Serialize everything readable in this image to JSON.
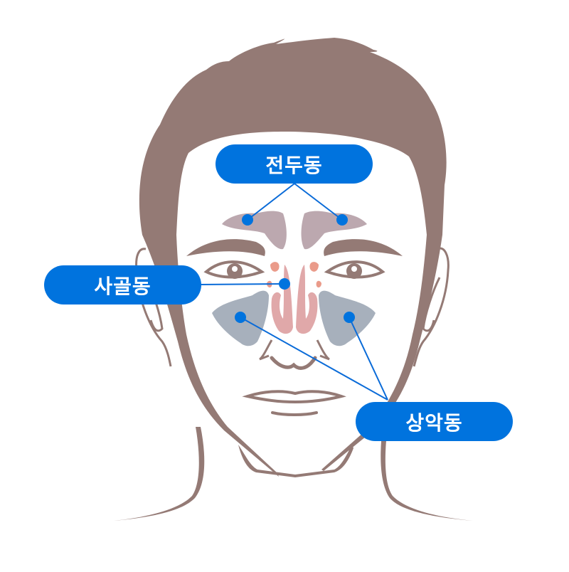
{
  "diagram": {
    "type": "anatomical-illustration",
    "subject": "paranasal-sinuses-front-view",
    "colors": {
      "skin_outline": "#947a75",
      "frontal_sinus": "#bca8af",
      "ethmoid_sinus": "#e0a8a9",
      "ethmoid_highlight": "#ea9b8a",
      "maxillary_sinus": "#a7b0bc",
      "label_bg": "#0073de",
      "leader_line": "#0a6bd8",
      "label_text": "#ffffff"
    },
    "labels": [
      {
        "id": "frontal",
        "text": "전두동",
        "meaning": "Frontal sinus"
      },
      {
        "id": "ethmoid",
        "text": "사골동",
        "meaning": "Ethmoid sinus"
      },
      {
        "id": "maxillary",
        "text": "상악동",
        "meaning": "Maxillary sinus"
      }
    ]
  }
}
